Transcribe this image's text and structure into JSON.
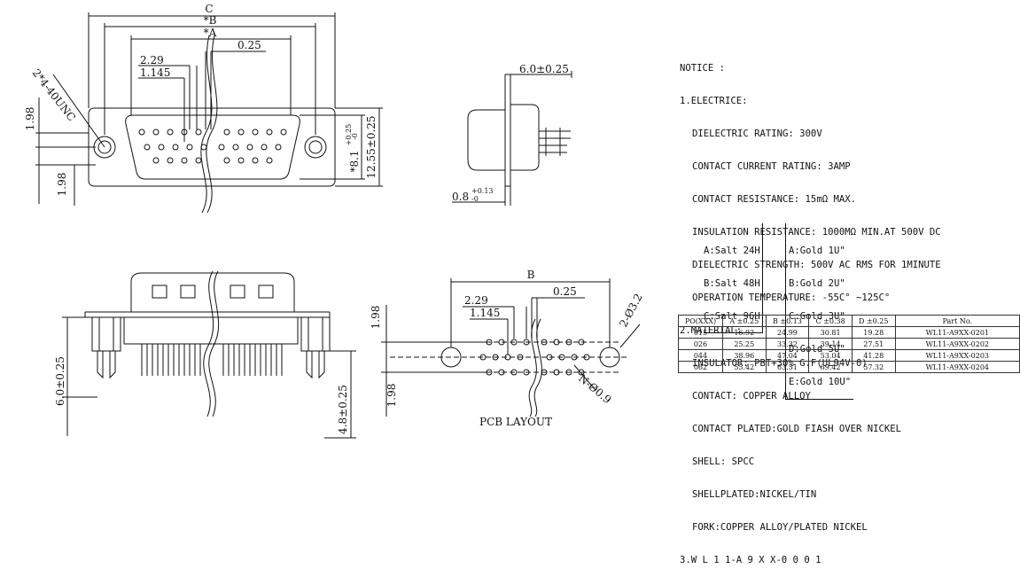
{
  "front_view": {
    "dim_c": "C",
    "dim_b": "*B",
    "dim_a": "*A",
    "dim_025": "0.25",
    "dim_229": "2.29",
    "dim_1145": "1.145",
    "dim_thread": "2*4-40UNC",
    "dim_198_top": "1.98",
    "dim_198_bot": "1.98",
    "dim_1255": "12.55±0.25",
    "dim_81": "*8.1",
    "dim_81_tol_upper": "+0.25",
    "dim_81_tol_lower": "-0"
  },
  "side_view": {
    "dim_width": "6.0±0.25",
    "dim_08": "0.8",
    "dim_08_tol_upper": "+0.13",
    "dim_08_tol_lower": "-0"
  },
  "lower_view": {
    "dim_60": "6.0±0.25",
    "dim_48": "4.8±0.25"
  },
  "pcb_layout": {
    "caption": "PCB LAYOUT",
    "dim_b": "B",
    "dim_229": "2.29",
    "dim_1145": "1.145",
    "dim_025": "0.25",
    "dim_198_top": "1.98",
    "dim_198_bot": "1.98",
    "dim_hole": "2-Ø3.2",
    "dim_pin_hole": "N-Ø0.9"
  },
  "notice": {
    "title": "NOTICE :",
    "s1_title": "1.ELECTRICE:",
    "s1_lines": [
      "DIELECTRIC RATING: 300V",
      "CONTACT CURRENT RATING: 3AMP",
      "CONTACT RESISTANCE: 15mΩ MAX.",
      "INSULATION RESISTANCE: 1000MΩ MIN.AT 500V DC",
      "DIELECTRIC STRENGTH: 500V AC RMS FOR 1MINUTE",
      "OPERATION TEMPERATURE: -55C° ~125C°"
    ],
    "s2_title": "2.MATERIAL:",
    "s2_lines": [
      "INSULATOR: PBT+30% G.F(UL94V-0)",
      "CONTACT: COPPER ALLOY",
      "CONTACT PLATED:GOLD FIASH OVER NICKEL",
      "SHELL: SPCC",
      "SHELLPLATED:NICKEL/TIN",
      "FORK:COPPER ALLOY/PLATED NICKEL"
    ],
    "s3_title": "3.W L 1 1-A 9 X X-0 0 0 1",
    "salt_options": [
      "A:Salt 24H",
      "B:Salt 48H",
      "C:Salt 96H"
    ],
    "gold_options": [
      "A:Gold 1U\"",
      "B:Gold 2U\"",
      "C:Gold 3U\"",
      "D:Gold 5U\"",
      "E:Gold 10U\""
    ]
  },
  "table": {
    "headers": [
      "PO(XXX)",
      "A ±0.25",
      "B ±0.13",
      "C ±0.38",
      "D ±0.25",
      "Part  No."
    ],
    "rows": [
      [
        "015",
        "16.92",
        "24.99",
        "30.81",
        "19.28",
        "WL11-A9XX-0201"
      ],
      [
        "026",
        "25.25",
        "33.32",
        "39.14",
        "27.51",
        "WL11-A9XX-0202"
      ],
      [
        "044",
        "38.96",
        "47.04",
        "53.04",
        "41.28",
        "WL11-A9XX-0203"
      ],
      [
        "062",
        "55.42",
        "63.51",
        "69.42",
        "57.32",
        "WL11-A9XX-0204"
      ]
    ]
  }
}
